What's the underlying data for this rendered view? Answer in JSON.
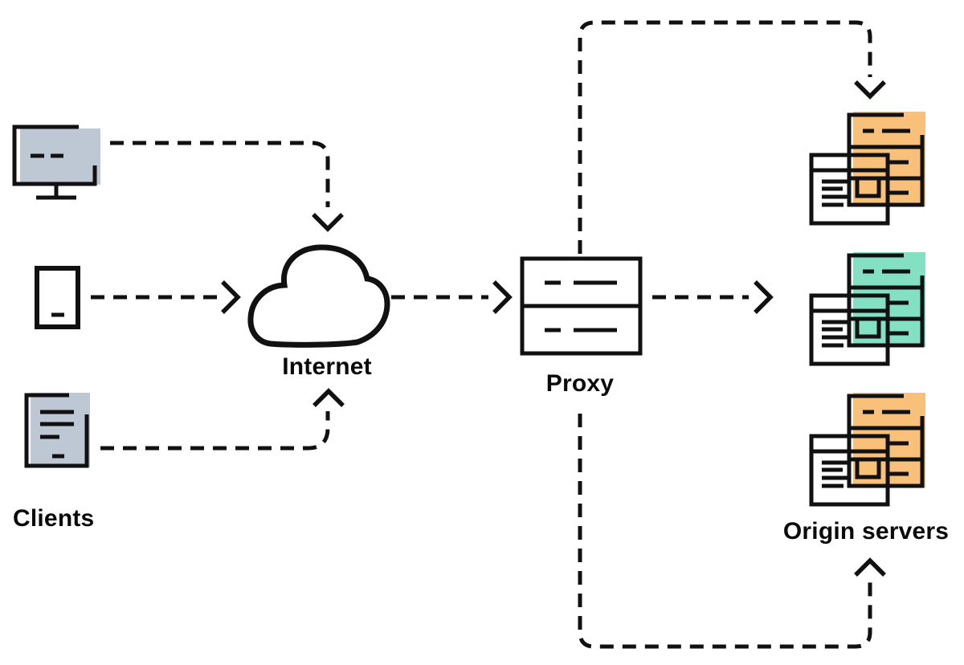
{
  "diagram": {
    "labels": {
      "clients": "Clients",
      "internet": "Internet",
      "proxy": "Proxy",
      "origin_servers": "Origin servers"
    },
    "colors": {
      "background": "#ffffff",
      "outline": "#111111",
      "label_text": "#0a0a0a",
      "client_gray": "#bdc8d4",
      "cloud_blue": "#a8defb",
      "proxy_blue": "#ddeffb",
      "server_orange": "#f9c07a",
      "server_green": "#84e0c3",
      "window_white": "#ffffff"
    },
    "nodes": [
      {
        "id": "desktop-client",
        "icon": "desktop-computer-icon",
        "group": "clients",
        "color": "#bdc8d4"
      },
      {
        "id": "mobile-client",
        "icon": "mobile-device-icon",
        "group": "clients",
        "color": "#bdc8d4"
      },
      {
        "id": "document-client",
        "icon": "document-icon",
        "group": "clients",
        "color": "#bdc8d4"
      },
      {
        "id": "internet",
        "icon": "cloud-icon",
        "label": "Internet",
        "color": "#a8defb"
      },
      {
        "id": "proxy",
        "icon": "proxy-server-icon",
        "label": "Proxy",
        "color": "#ddeffb"
      },
      {
        "id": "origin-server-1",
        "icon": "server-stack-icon",
        "group": "origin_servers",
        "color": "#f9c07a"
      },
      {
        "id": "origin-server-2",
        "icon": "server-stack-icon",
        "group": "origin_servers",
        "color": "#84e0c3"
      },
      {
        "id": "origin-server-3",
        "icon": "server-stack-icon",
        "group": "origin_servers",
        "color": "#f9c07a"
      }
    ],
    "edges": [
      {
        "from": "desktop-client",
        "to": "internet",
        "style": "dashed-arrow",
        "route": "right-then-down"
      },
      {
        "from": "mobile-client",
        "to": "internet",
        "style": "dashed-arrow",
        "route": "right"
      },
      {
        "from": "document-client",
        "to": "internet",
        "style": "dashed-arrow",
        "route": "right-then-up"
      },
      {
        "from": "internet",
        "to": "proxy",
        "style": "dashed-arrow",
        "route": "right"
      },
      {
        "from": "proxy",
        "to": "origin-server-2",
        "style": "dashed-arrow",
        "route": "right"
      },
      {
        "from": "proxy",
        "to": "origin-server-1",
        "style": "dashed-arrow",
        "route": "up-right-down"
      },
      {
        "from": "proxy",
        "to": "origin-server-3",
        "style": "dashed-arrow",
        "route": "down-right-up"
      }
    ]
  }
}
